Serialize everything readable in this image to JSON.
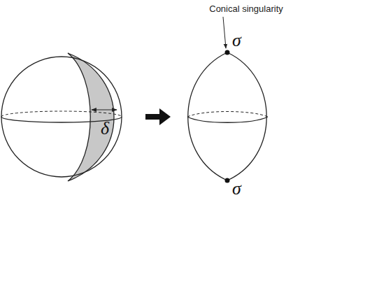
{
  "diagram": {
    "labels": [
      "Conical singularity",
      "δ",
      "σ",
      "σ"
    ]
  }
}
